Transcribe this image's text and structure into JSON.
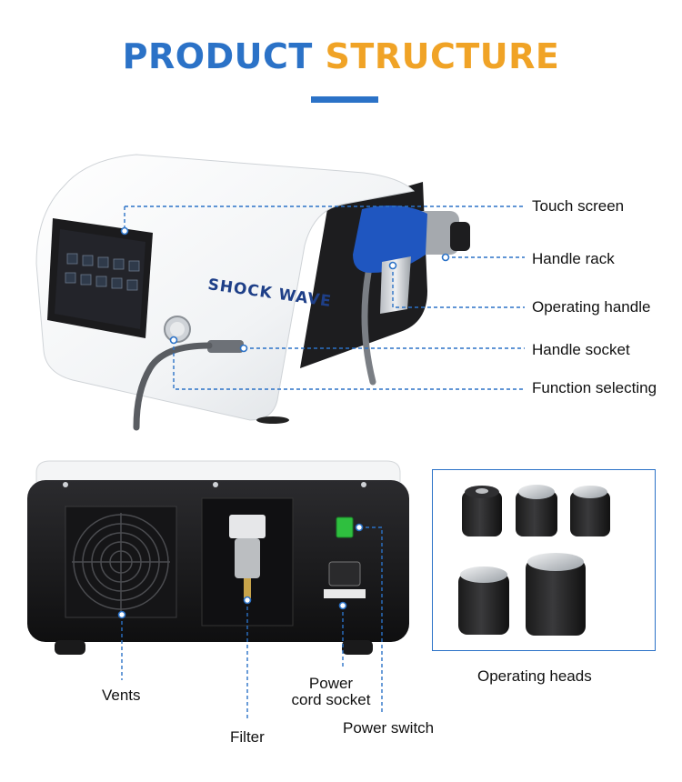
{
  "header": {
    "title_word_1": "PRODUCT",
    "title_word_2": "STRUCTURE"
  },
  "device_front": {
    "brand_text": "SHOCK WAVE",
    "callouts": [
      "Touch screen",
      "Handle rack",
      "Operating handle",
      "Handle socket",
      "Function selecting"
    ]
  },
  "device_back": {
    "callouts": {
      "vents": "Vents",
      "filter": "Filter",
      "power_cord_socket_line1": "Power",
      "power_cord_socket_line2": "cord socket",
      "power_switch": "Power switch"
    }
  },
  "accessories": {
    "operating_heads_label": "Operating heads"
  },
  "colors": {
    "accent_blue": "#2b72c7",
    "accent_orange": "#f0a326",
    "leader_line": "#2b72c7",
    "switch_green": "#2fbf3f"
  }
}
